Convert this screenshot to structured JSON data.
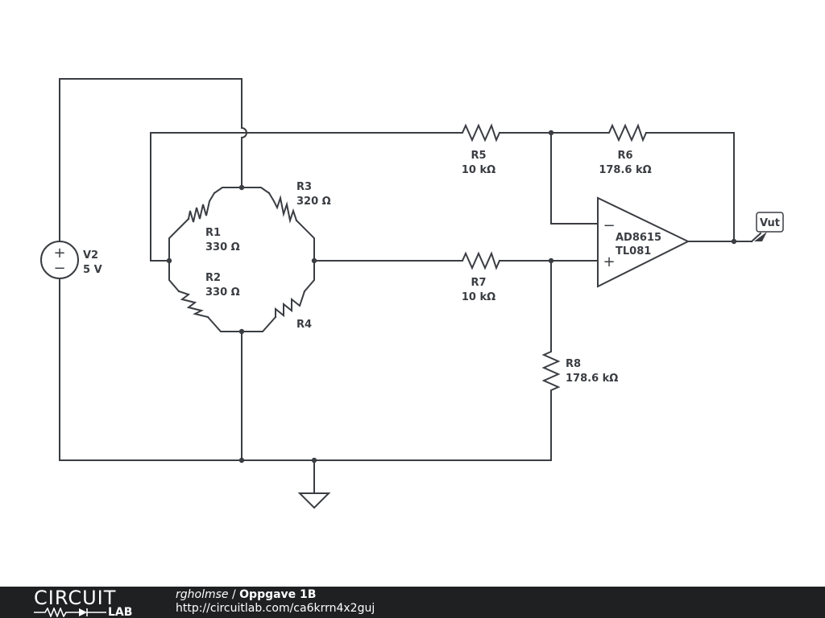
{
  "schematic": {
    "components": {
      "v2": {
        "name": "V2",
        "value": "5 V"
      },
      "r1": {
        "name": "R1",
        "value": "330 Ω"
      },
      "r2": {
        "name": "R2",
        "value": "330 Ω"
      },
      "r3": {
        "name": "R3",
        "value": "320 Ω"
      },
      "r4": {
        "name": "R4"
      },
      "r5": {
        "name": "R5",
        "value": "10 kΩ"
      },
      "r6": {
        "name": "R6",
        "value": "178.6 kΩ"
      },
      "r7": {
        "name": "R7",
        "value": "10 kΩ"
      },
      "r8": {
        "name": "R8",
        "value": "178.6 kΩ"
      },
      "opamp": {
        "model": "AD8615",
        "alt_model": "TL081",
        "inv_symbol": "−",
        "noninv_symbol": "+"
      },
      "v2_symbols": {
        "plus": "+",
        "minus": "−"
      }
    },
    "net_labels": {
      "output": "Vut"
    }
  },
  "footer": {
    "logo_top": "CIRCUIT",
    "logo_bottom": "LAB",
    "author": "rgholmse",
    "separator": " / ",
    "title": "Oppgave 1B",
    "url": "http://circuitlab.com/ca6krrn4x2guj"
  }
}
